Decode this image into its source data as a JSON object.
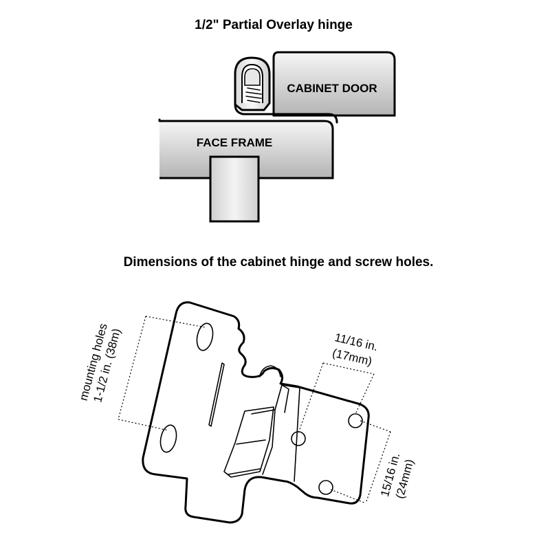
{
  "top_diagram": {
    "title": "1/2\" Partial Overlay hinge",
    "cabinet_door_label": "CABINET DOOR",
    "face_frame_label": "FACE FRAME"
  },
  "bottom_diagram": {
    "title": "Dimensions of the cabinet hinge and screw holes.",
    "mounting_holes_line1": "mounting holes",
    "mounting_holes_line2": "1-1/2 in. (38m)",
    "spacing_small_line1": "11/16 in.",
    "spacing_small_line2": "(17mm)",
    "spacing_side_line1": "15/16 in.",
    "spacing_side_line2": "(24mm)"
  },
  "colors": {
    "panel_light": "#f4f4f4",
    "panel_dark": "#b9b9b9",
    "stroke": "#000000"
  }
}
